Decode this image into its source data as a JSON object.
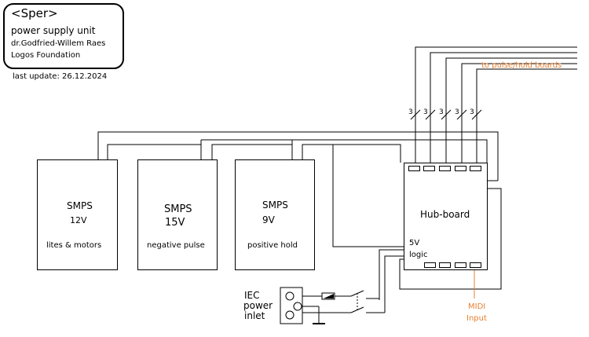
{
  "title_block": {
    "name": "<Sper>",
    "subtitle": "power supply unit",
    "author": "dr.Godfried-Willem Raes",
    "org": "Logos Foundation",
    "last_update": "last update: 26.12.2024"
  },
  "smps": [
    {
      "label": "SMPS",
      "voltage": "12V",
      "function": "lites & motors"
    },
    {
      "label": "SMPS",
      "voltage": "15V",
      "function": "negative pulse"
    },
    {
      "label": "SMPS",
      "voltage": "9V",
      "function": "positive hold"
    }
  ],
  "hub": {
    "label": "Hub-board",
    "logic_voltage": "5V",
    "logic_label": "logic"
  },
  "bus_counts": [
    "3",
    "3",
    "3",
    "3",
    "3"
  ],
  "labels": {
    "to_boards": "to pulse/hold boards",
    "midi_line1": "MIDI",
    "midi_line2": "Input",
    "iec_line1": "IEC",
    "iec_line2": "power",
    "iec_line3": "inlet"
  },
  "colors": {
    "annotation": "#e87f2e",
    "line": "#000000"
  }
}
